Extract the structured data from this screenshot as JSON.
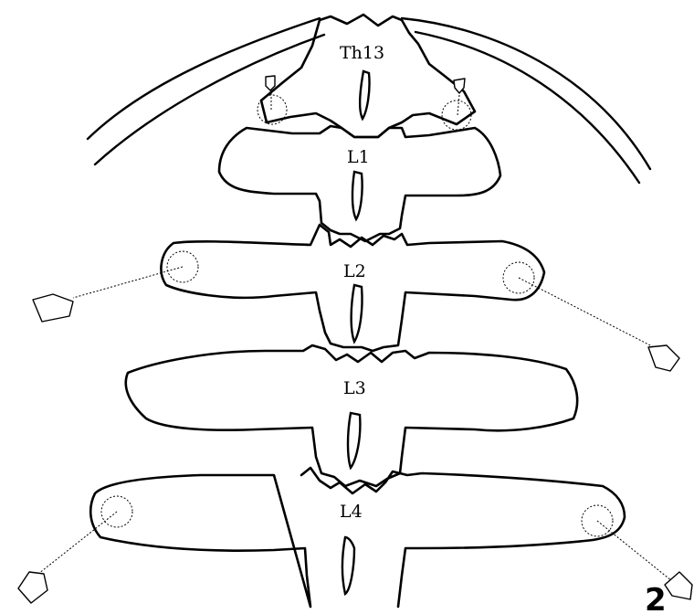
{
  "vertebrae": {
    "th13": "Th13",
    "l1": "L1",
    "l2": "L2",
    "l3": "L3",
    "l4": "L4"
  },
  "figure_number": "2"
}
